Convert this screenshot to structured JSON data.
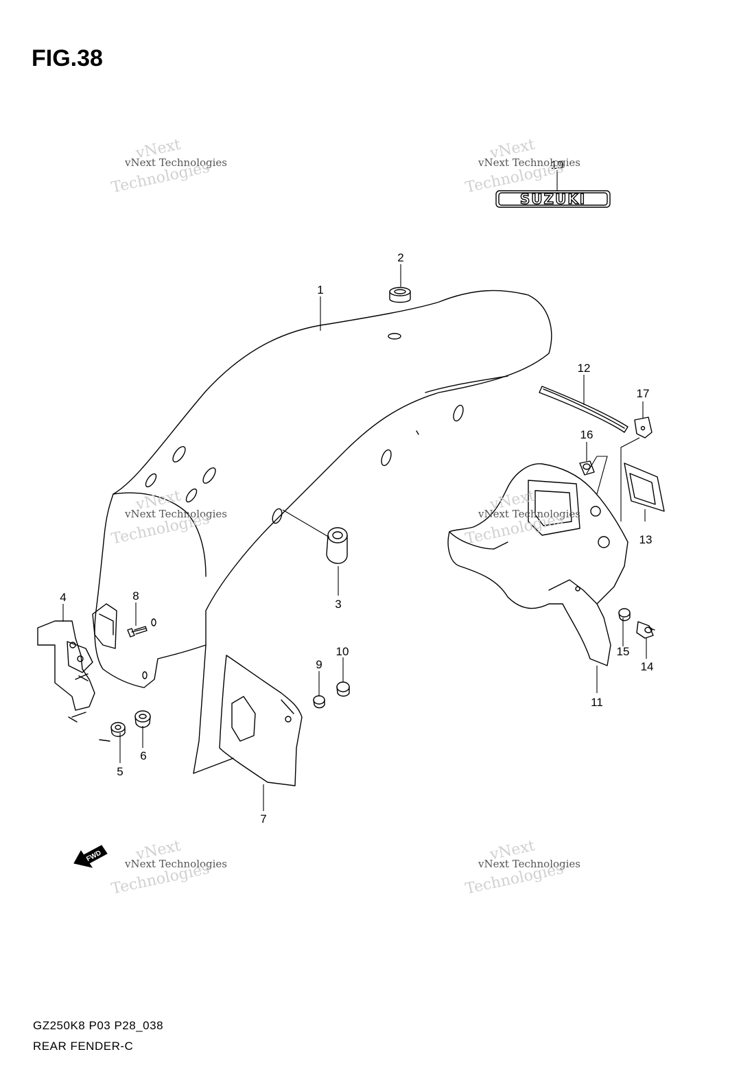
{
  "figure": {
    "title": "FIG.38",
    "model_code": "GZ250K8 P03 P28_038",
    "section_name": "REAR FENDER-C"
  },
  "watermark": {
    "line1": "vNext Technologies",
    "line2": "vNext",
    "line3": "Technologies"
  },
  "emblem_text": "SUZUKI",
  "fwd_label": "FWD",
  "callouts": [
    "1",
    "2",
    "3",
    "4",
    "5",
    "6",
    "7",
    "8",
    "9",
    "10",
    "11",
    "12",
    "13",
    "14",
    "15",
    "16",
    "17",
    "19"
  ]
}
